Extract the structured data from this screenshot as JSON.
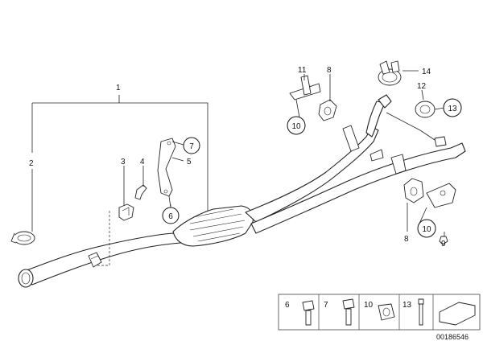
{
  "callouts": {
    "c1": "1",
    "c2": "2",
    "c3": "3",
    "c4": "4",
    "c5": "5",
    "c6": "6",
    "c7": "7",
    "c8a": "8",
    "c8b": "8",
    "c9": "9",
    "c10a": "10",
    "c10b": "10",
    "c11": "11",
    "c12": "12",
    "c13": "13",
    "c14": "14"
  },
  "legend": {
    "items": [
      {
        "label": "6"
      },
      {
        "label": "7"
      },
      {
        "label": "10"
      },
      {
        "label": "13"
      }
    ]
  },
  "doc_id": "00186546"
}
